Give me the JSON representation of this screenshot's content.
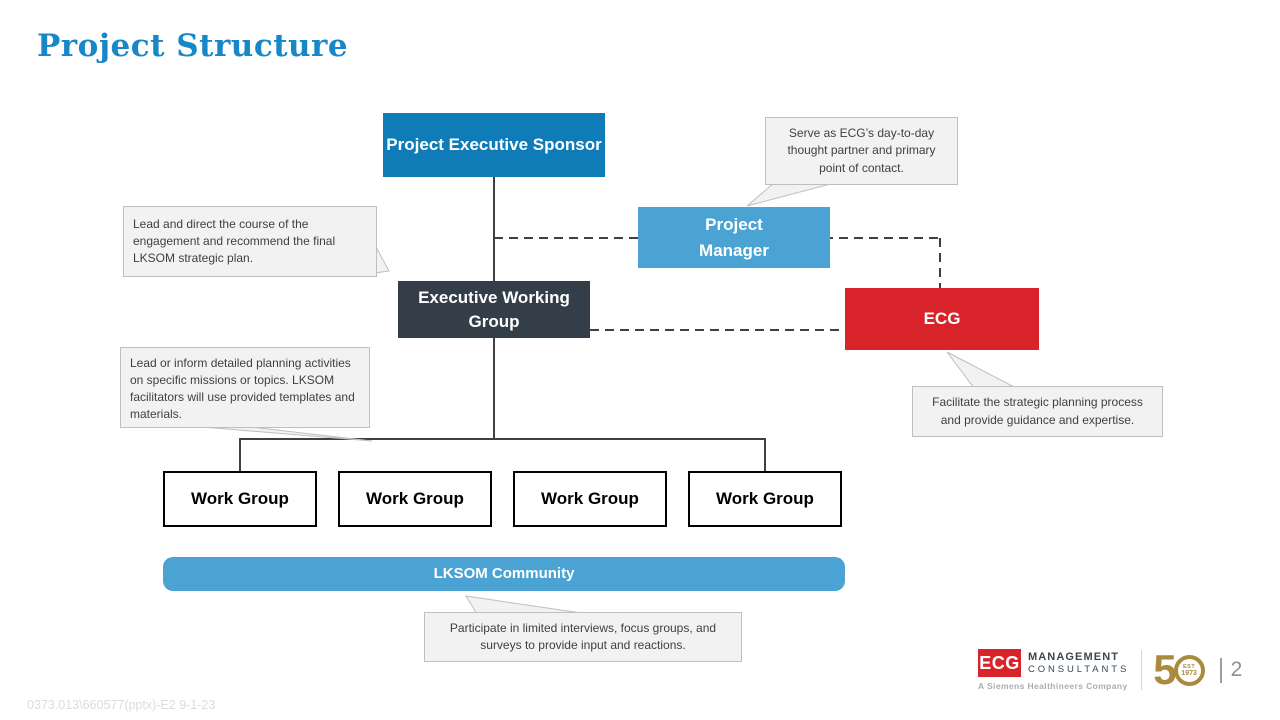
{
  "slide": {
    "title": "Project Structure",
    "footer": "0373.013\\660577(pptx)-E2 9-1-23",
    "page_number": "2"
  },
  "colors": {
    "title_blue": "#1787C7",
    "sponsor_blue": "#0F7CB8",
    "light_blue": "#4BA3D3",
    "dark_slate": "#333E48",
    "ecg_red": "#D8232A",
    "callout_bg": "#F2F2F2",
    "callout_border": "#BFBFBF",
    "connector_gray": "#404040",
    "gold": "#A98A3E"
  },
  "org_chart": {
    "sponsor": {
      "label": "Project Executive Sponsor"
    },
    "project_manager": {
      "label": "Project Manager"
    },
    "executive_working_group": {
      "label": "Executive Working Group"
    },
    "ecg": {
      "label": "ECG"
    },
    "work_groups": [
      "Work Group",
      "Work Group",
      "Work Group",
      "Work Group"
    ],
    "community": {
      "label": "LKSOM Community"
    },
    "callouts": {
      "project_manager": "Serve as ECG’s day-to-day thought partner and primary point of contact.",
      "executive_working_group": "Lead and direct the course of the engagement and recommend the final LKSOM strategic plan.",
      "work_groups": "Lead or inform detailed planning activities on specific missions or topics. LKSOM facilitators will use provided templates and materials.",
      "ecg": "Facilitate the strategic planning process and provide guidance and expertise.",
      "community": "Participate in limited interviews, focus groups, and surveys to provide input and reactions."
    }
  },
  "logo": {
    "mark": "ECG",
    "name_line1": "MANAGEMENT",
    "name_line2": "CONSULTANTS",
    "tagline": "A Siemens Healthineers Company",
    "anniversary_digit": "5",
    "badge_line1": "EST",
    "badge_line2": "1973"
  }
}
